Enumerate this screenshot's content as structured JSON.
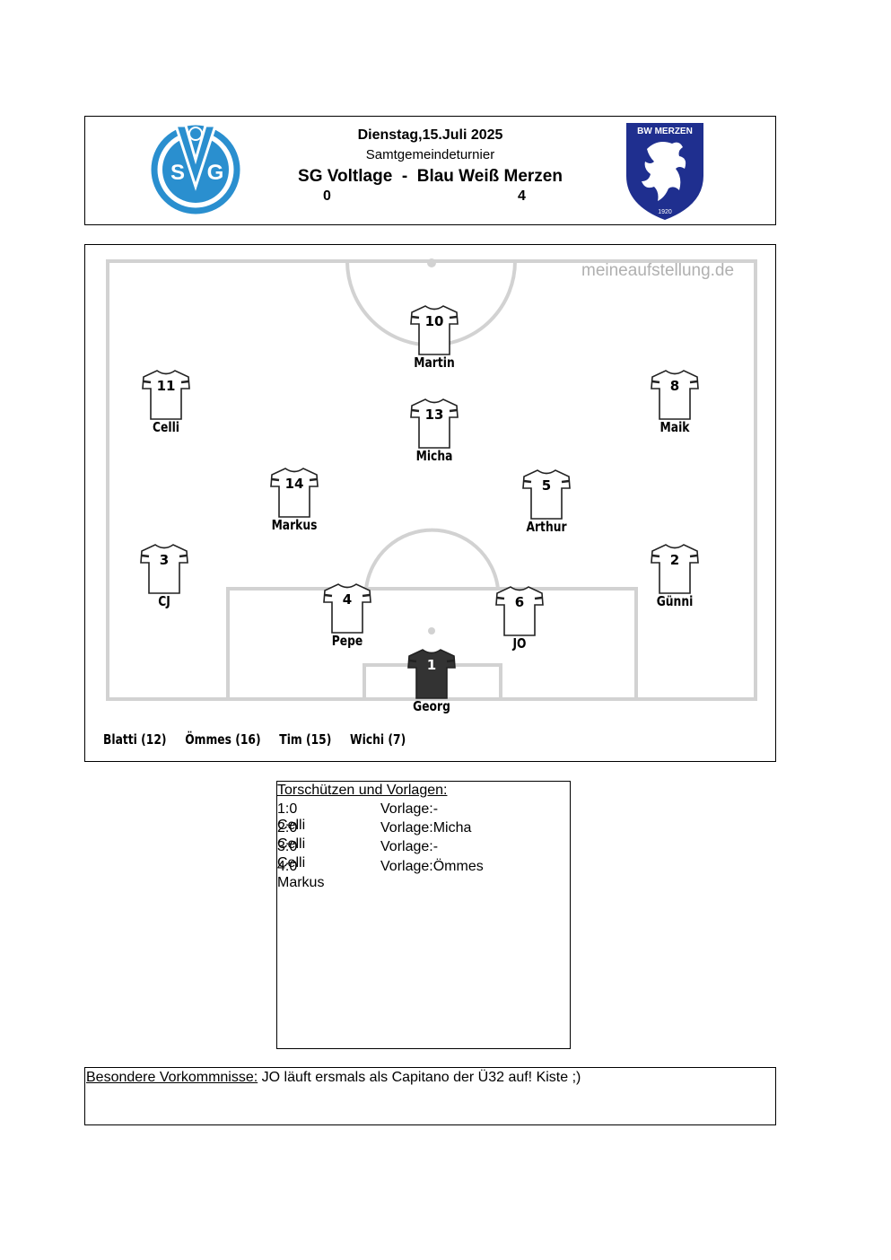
{
  "header": {
    "date": "Dienstag,15.Juli 2025",
    "event": "Samtgemeindeturnier",
    "home_team": "SG Voltlage",
    "separator": "-",
    "away_team": "Blau Weiß Merzen",
    "home_score": "0",
    "away_score": "4",
    "home_logo_text": "SVG",
    "away_logo_text": "BW MERZEN",
    "away_logo_year": "1920",
    "home_color": "#2a8fcf",
    "away_color": "#1f2f8f"
  },
  "lineup": {
    "watermark": "meineaufstellung.de",
    "players": [
      {
        "number": "10",
        "name": "Martin"
      },
      {
        "number": "11",
        "name": "Celli"
      },
      {
        "number": "8",
        "name": "Maik"
      },
      {
        "number": "13",
        "name": "Micha"
      },
      {
        "number": "14",
        "name": "Markus"
      },
      {
        "number": "5",
        "name": "Arthur"
      },
      {
        "number": "3",
        "name": "CJ"
      },
      {
        "number": "2",
        "name": "Günni"
      },
      {
        "number": "4",
        "name": "Pepe"
      },
      {
        "number": "6",
        "name": "JO"
      },
      {
        "number": "1",
        "name": "Georg"
      }
    ],
    "bench": [
      "Blatti (12)",
      "Ömmes (16)",
      "Tim (15)",
      "Wichi (7)"
    ]
  },
  "goals": {
    "title": "Torschützen und Vorlagen:",
    "rows": [
      {
        "score": "1:0 Celli",
        "assist": "Vorlage:-"
      },
      {
        "score": "2:0 Celli",
        "assist": "Vorlage:Micha"
      },
      {
        "score": "3:0 Celli",
        "assist": "Vorlage:-"
      },
      {
        "score": "4:0 Markus",
        "assist": "Vorlage:Ömmes"
      }
    ]
  },
  "notes": {
    "label": "Besondere Vorkommnisse:",
    "text": " JO läuft ersmals als Capitano der Ü32 auf! Kiste ;)"
  }
}
